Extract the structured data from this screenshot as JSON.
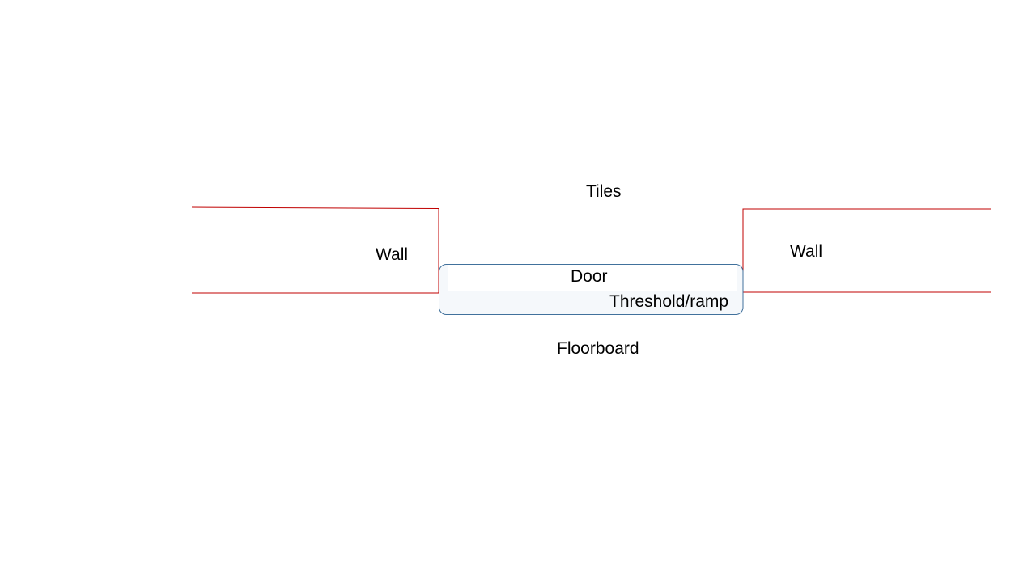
{
  "diagram": {
    "labels": {
      "tiles": "Tiles",
      "wall_left": "Wall",
      "wall_right": "Wall",
      "door": "Door",
      "threshold": "Threshold/ramp",
      "floorboard": "Floorboard"
    },
    "colors": {
      "wall_line": "#c00000",
      "threshold_border": "#41719c",
      "threshold_fill": "#f5f8fb",
      "door_border": "#41719c",
      "background": "#ffffff"
    }
  }
}
